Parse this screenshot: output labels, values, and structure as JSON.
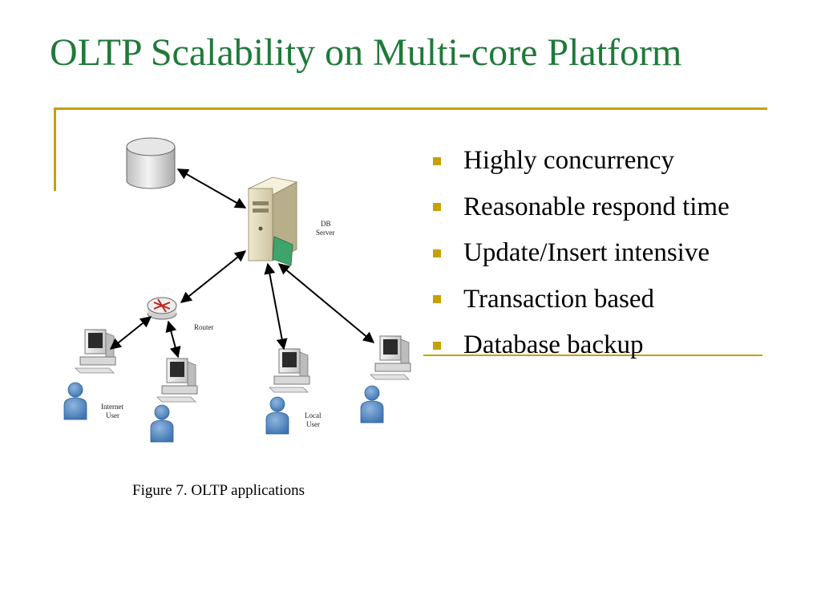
{
  "title": "OLTP Scalability on Multi-core Platform",
  "bullets": [
    "Highly concurrency",
    "Reasonable respond time",
    "Update/Insert intensive",
    "Transaction based",
    "Database backup"
  ],
  "figure": {
    "caption": "Figure 7. OLTP applications",
    "labels": {
      "db_server_line1": "DB",
      "db_server_line2": "Server",
      "router": "Router",
      "internet_user_line1": "Internet",
      "internet_user_line2": "User",
      "local_user_line1": "Local",
      "local_user_line2": "User"
    }
  },
  "colors": {
    "title": "#1f7a3a",
    "accent_rule": "#c8a000",
    "bullet_marker": "#c8a000",
    "user_icon": "#5b8fc7"
  }
}
